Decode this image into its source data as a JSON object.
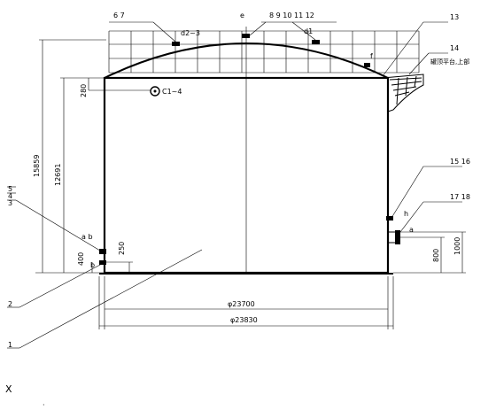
{
  "drawing": {
    "callouts_top": {
      "c67": "6  7",
      "e": "e",
      "c89": "8  9  10  11  12"
    },
    "nozzle_labels": {
      "d2_3": "d2~3",
      "d1": "d1",
      "f": "f",
      "c1_4": "C1~4",
      "h": "h",
      "a_right": "a",
      "ab": "a b",
      "b": "b"
    },
    "callouts_right": {
      "c13": "13",
      "c14": "14",
      "platform": "罐顶平台,上部",
      "c15_16": "15 16",
      "c17_18": "17  18"
    },
    "callouts_left": {
      "c5": "5",
      "c4": "4",
      "c3": "3",
      "c2": "2",
      "c1": "1"
    },
    "dimensions": {
      "d15859": "15859",
      "d12691": "12691",
      "d280": "280",
      "d400": "400",
      "d250": "250",
      "d800": "800",
      "d1000": "1000",
      "d23700": "φ23700",
      "d23830": "φ23830"
    },
    "footer": {
      "x_mark": "X",
      "dot": "·"
    }
  }
}
